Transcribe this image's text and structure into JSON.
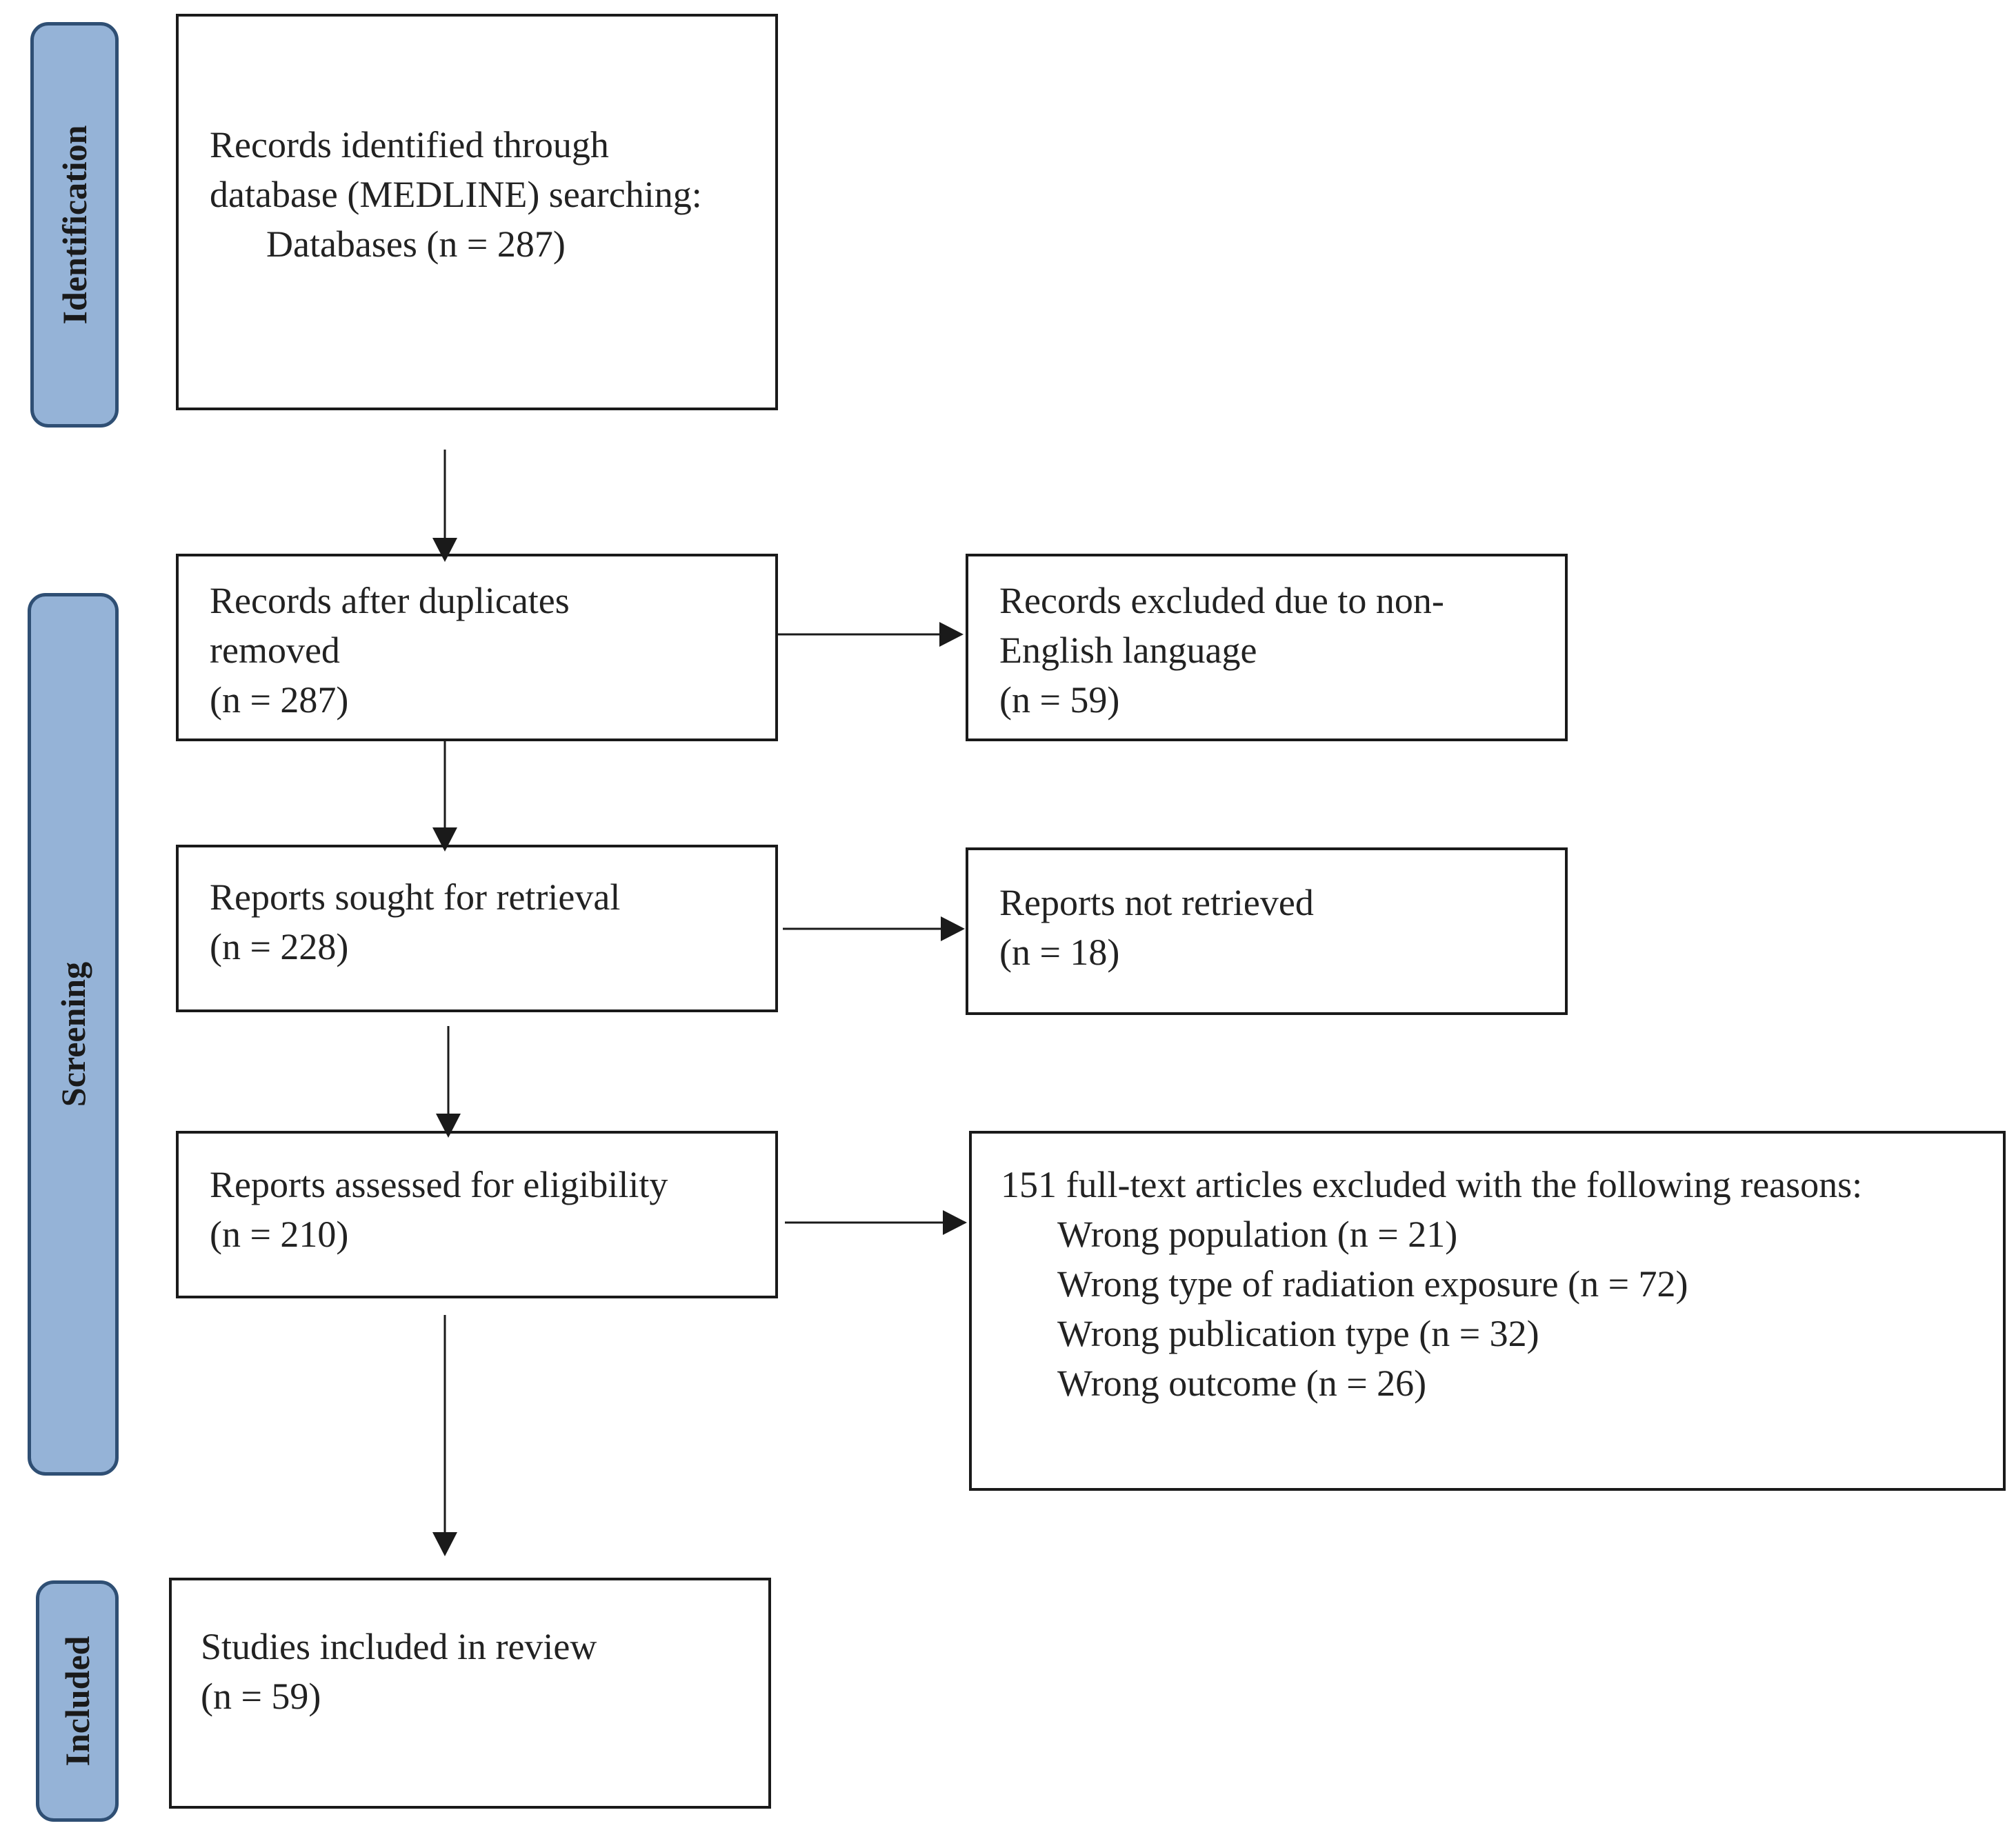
{
  "phases": {
    "identification": "Identification",
    "screening": "Screening",
    "included": "Included"
  },
  "boxes": {
    "records_identified": {
      "line1": "Records identified through",
      "line2": "database (MEDLINE) searching:",
      "line3": "Databases (n = 287)"
    },
    "after_duplicates": {
      "line1": "Records after duplicates",
      "line2": "removed",
      "line3": "(n = 287)"
    },
    "excluded_language": {
      "line1": "Records excluded due to non-",
      "line2": "English language",
      "line3": "(n = 59)"
    },
    "sought_retrieval": {
      "line1": "Reports sought for retrieval",
      "line2": "(n = 228)"
    },
    "not_retrieved": {
      "line1": "Reports not retrieved",
      "line2": "(n = 18)"
    },
    "assessed_eligibility": {
      "line1": "Reports assessed for eligibility",
      "line2": "(n = 210)"
    },
    "fulltext_excluded": {
      "heading": "151 full-text articles excluded with the following reasons:",
      "reasons": [
        "Wrong population (n = 21)",
        "Wrong type of radiation exposure (n = 72)",
        "Wrong publication type (n = 32)",
        "Wrong outcome (n = 26)"
      ]
    },
    "included_review": {
      "line1": "Studies included in review",
      "line2": "(n = 59)"
    }
  },
  "colors": {
    "phase_fill": "#95b3d7",
    "phase_border": "#2f4f74",
    "box_border": "#1a1a1a"
  }
}
